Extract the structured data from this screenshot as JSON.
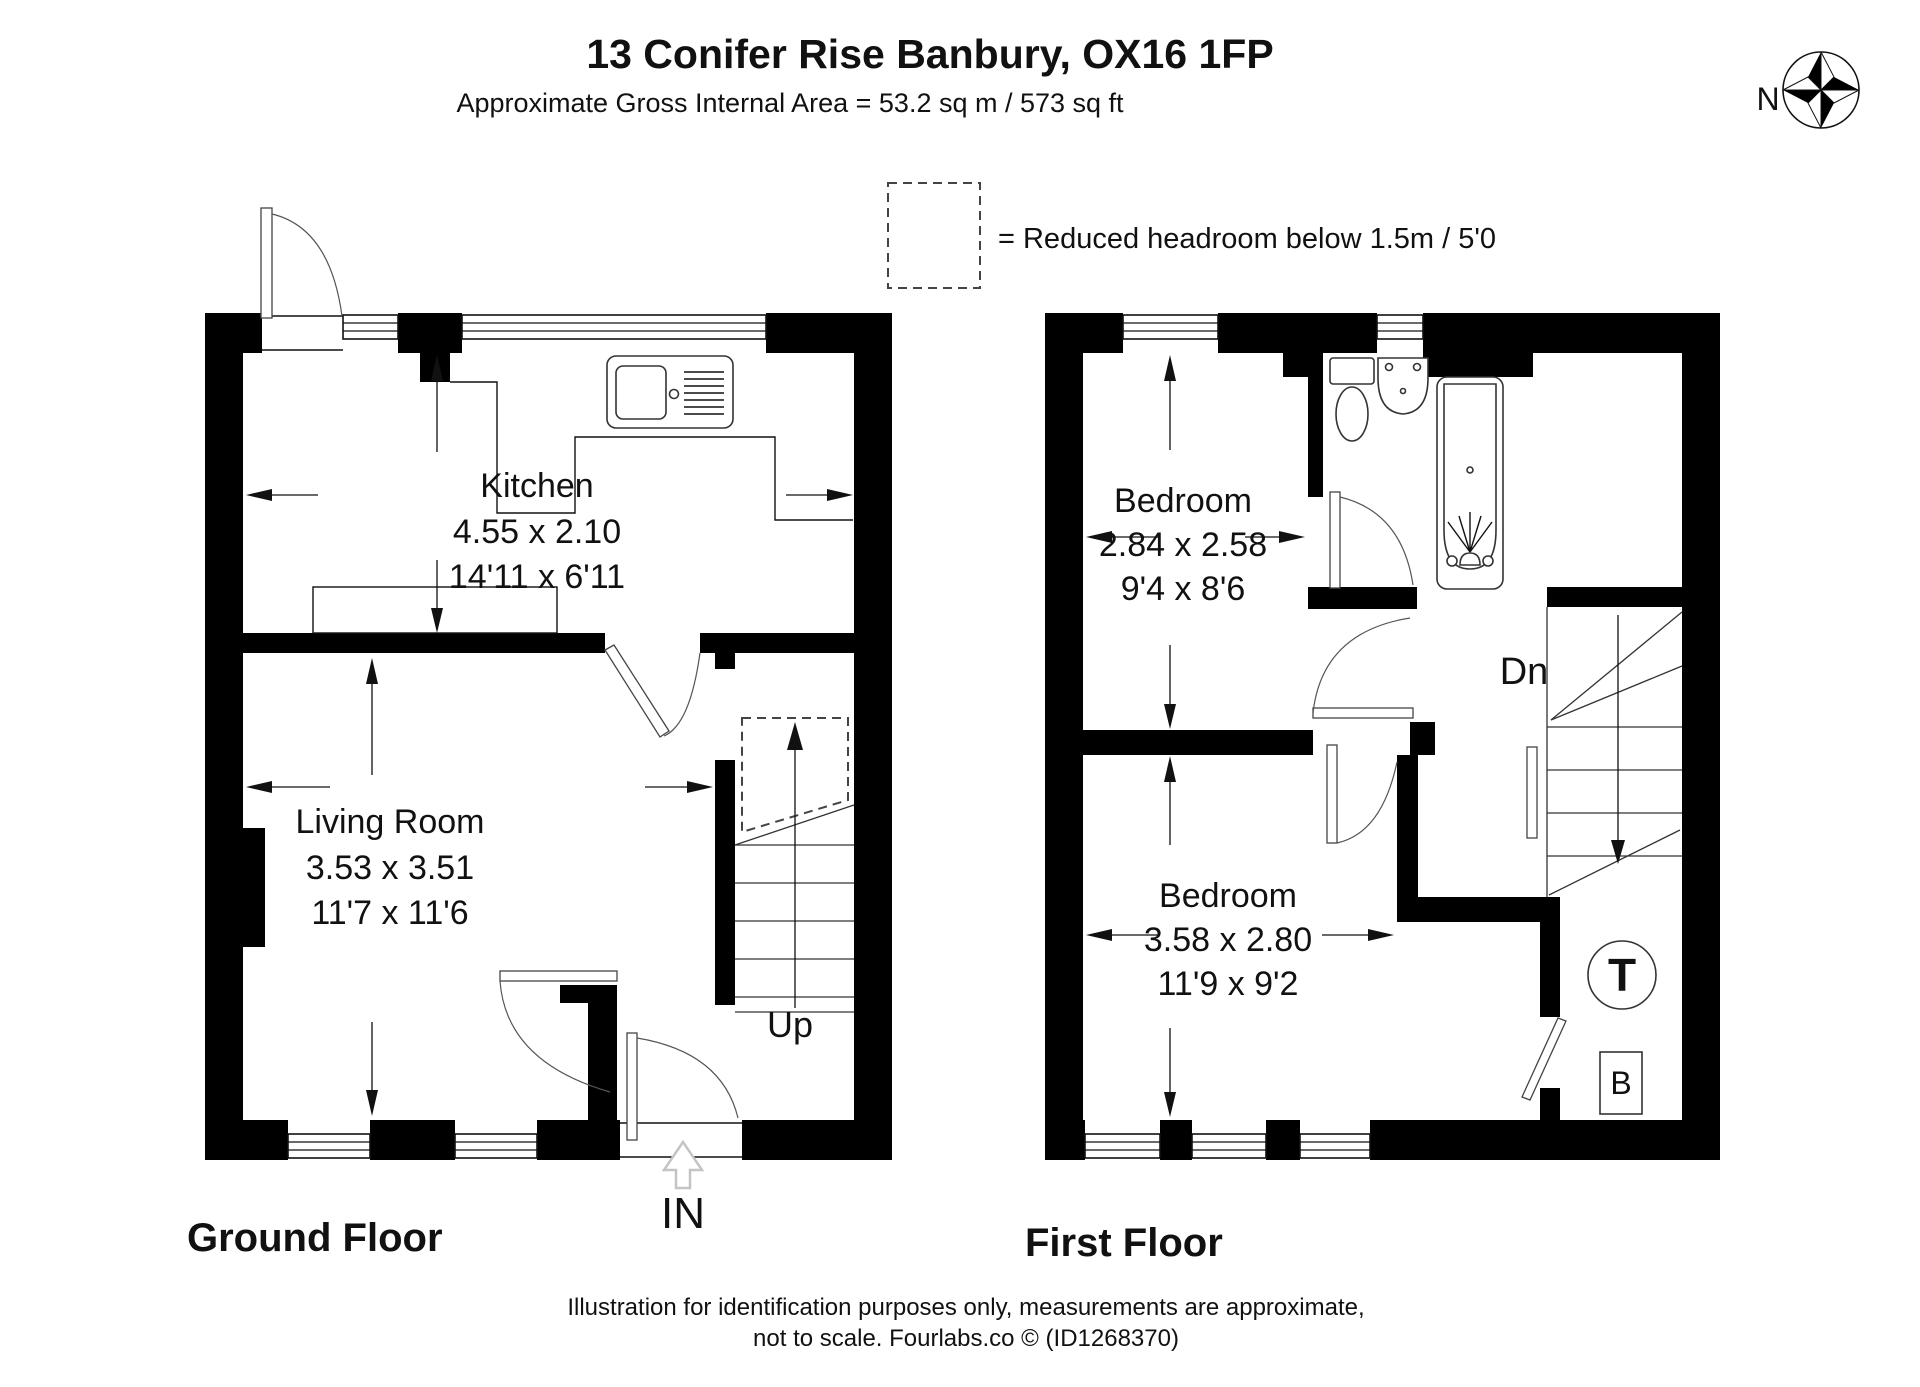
{
  "header": {
    "title": "13 Conifer Rise Banbury, OX16 1FP",
    "subtitle": "Approximate Gross Internal Area = 53.2 sq m / 573 sq ft"
  },
  "legend": {
    "label": "= Reduced headroom below 1.5m / 5'0"
  },
  "compass": {
    "north": "N"
  },
  "ground_floor": {
    "name": "Ground Floor",
    "kitchen": {
      "name": "Kitchen",
      "metric": "4.55 x 2.10",
      "imperial": "14'11 x 6'11"
    },
    "living_room": {
      "name": "Living Room",
      "metric": "3.53 x 3.51",
      "imperial": "11'7 x 11'6"
    },
    "stairs_label": "Up",
    "entrance_label": "IN"
  },
  "first_floor": {
    "name": "First Floor",
    "bedroom_1": {
      "name": "Bedroom",
      "metric": "2.84 x 2.58",
      "imperial": "9'4 x 8'6"
    },
    "bedroom_2": {
      "name": "Bedroom",
      "metric": "3.58 x 2.80",
      "imperial": "11'9 x 9'2"
    },
    "stairs_label": "Dn",
    "tank_label": "T",
    "boiler_label": "B"
  },
  "footer": {
    "line1": "Illustration for identification purposes only, measurements are approximate,",
    "line2": "not to scale. Fourlabs.co © (ID1268370)"
  }
}
